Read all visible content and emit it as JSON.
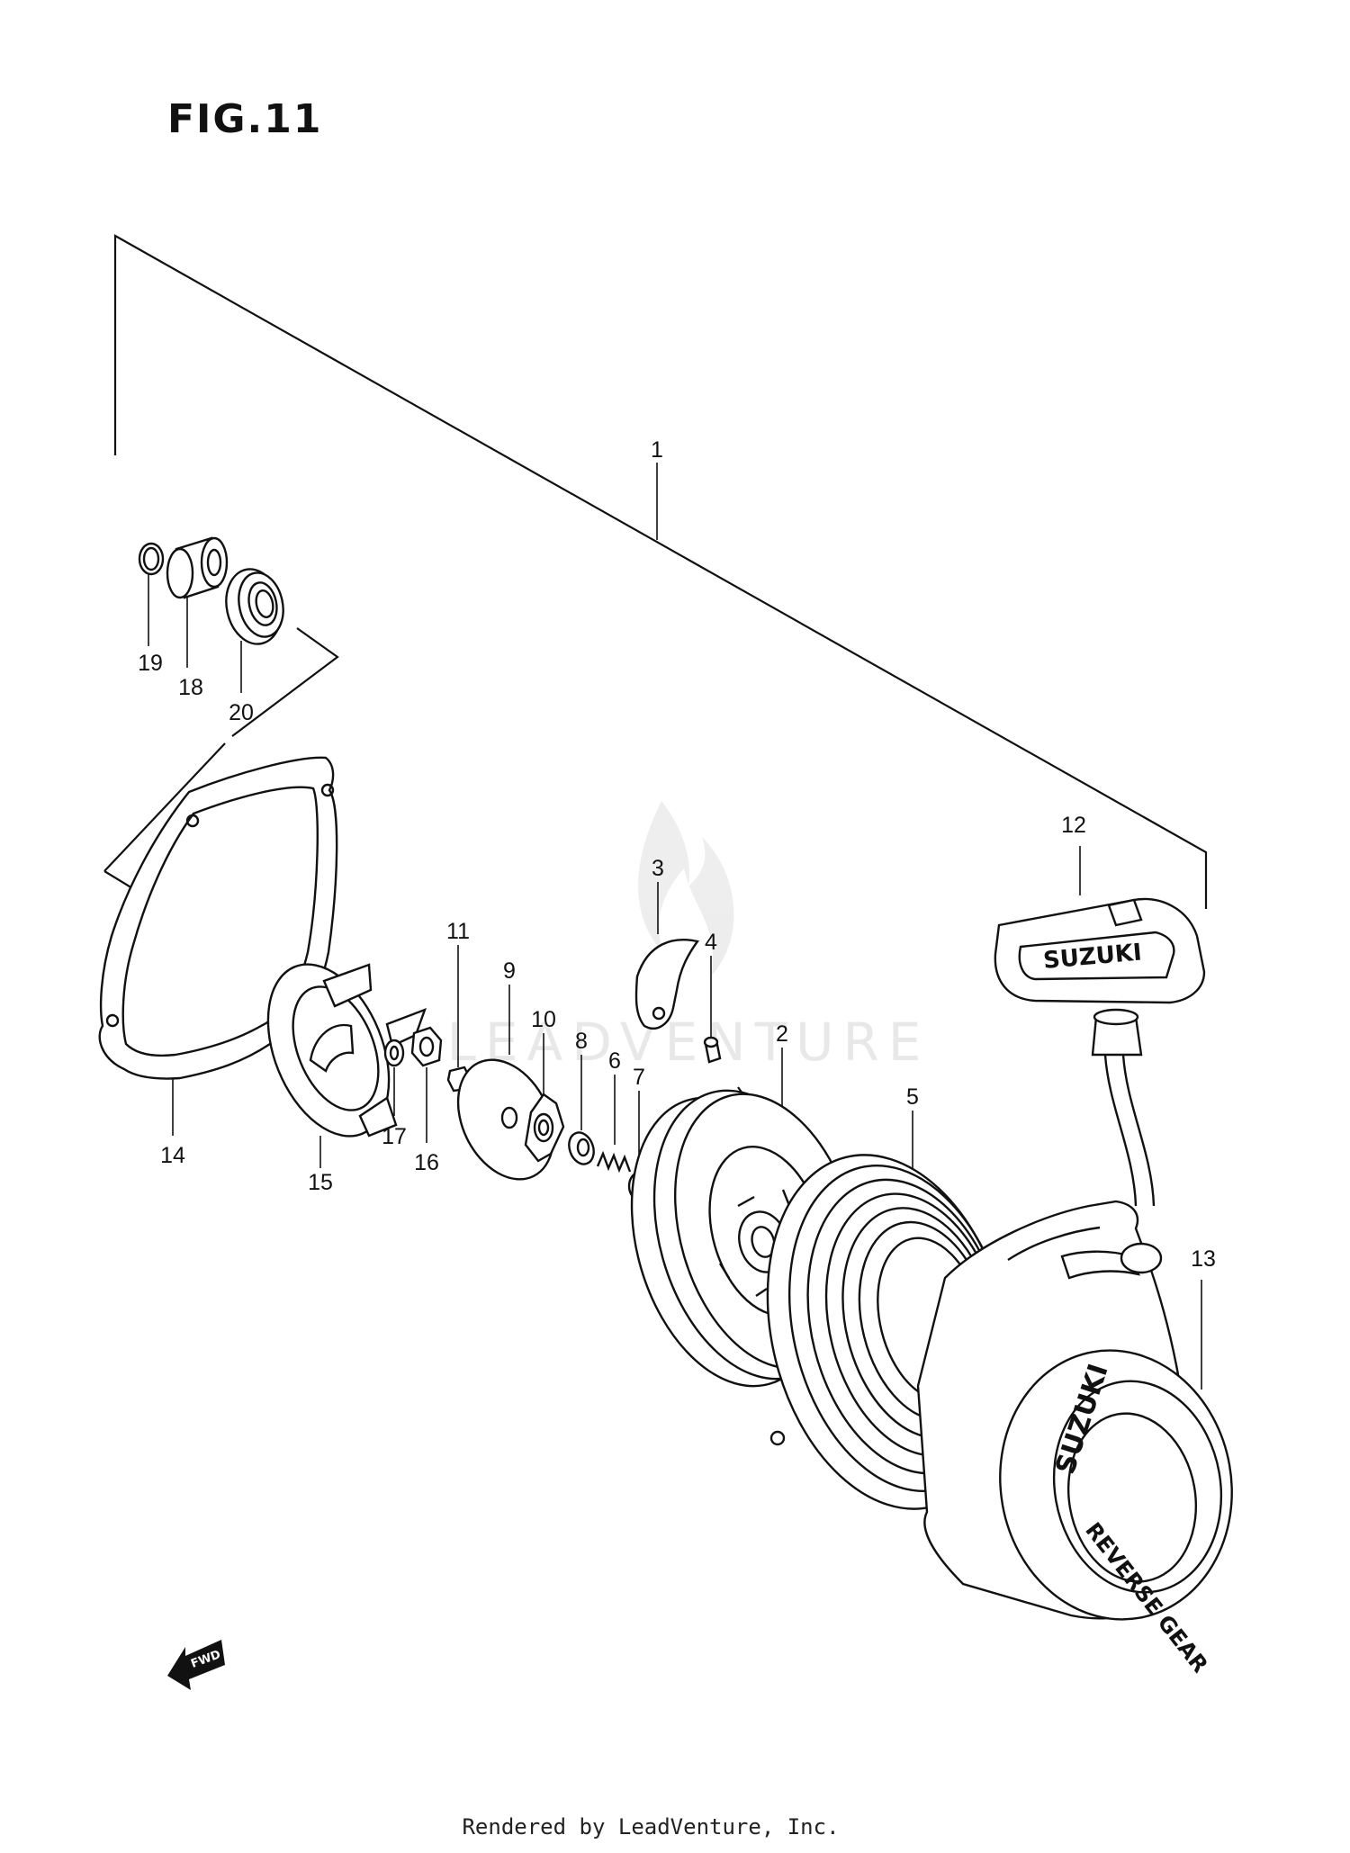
{
  "figure": {
    "title": "FIG.11",
    "watermark": "LEADVENTURE",
    "footer": "Rendered by LeadVenture, Inc.",
    "fwd_label": "FWD",
    "brand_text": "SUZUKI",
    "ring_text_bottom": "REVERSE GEAR"
  },
  "callouts": [
    {
      "id": "1",
      "label": "1"
    },
    {
      "id": "2",
      "label": "2"
    },
    {
      "id": "3",
      "label": "3"
    },
    {
      "id": "4",
      "label": "4"
    },
    {
      "id": "5",
      "label": "5"
    },
    {
      "id": "6",
      "label": "6"
    },
    {
      "id": "7",
      "label": "7"
    },
    {
      "id": "8",
      "label": "8"
    },
    {
      "id": "9",
      "label": "9"
    },
    {
      "id": "10",
      "label": "10"
    },
    {
      "id": "11",
      "label": "11"
    },
    {
      "id": "12",
      "label": "12"
    },
    {
      "id": "13",
      "label": "13"
    },
    {
      "id": "14",
      "label": "14"
    },
    {
      "id": "15",
      "label": "15"
    },
    {
      "id": "16",
      "label": "16"
    },
    {
      "id": "17",
      "label": "17"
    },
    {
      "id": "18",
      "label": "18"
    },
    {
      "id": "19",
      "label": "19"
    },
    {
      "id": "20",
      "label": "20"
    }
  ]
}
